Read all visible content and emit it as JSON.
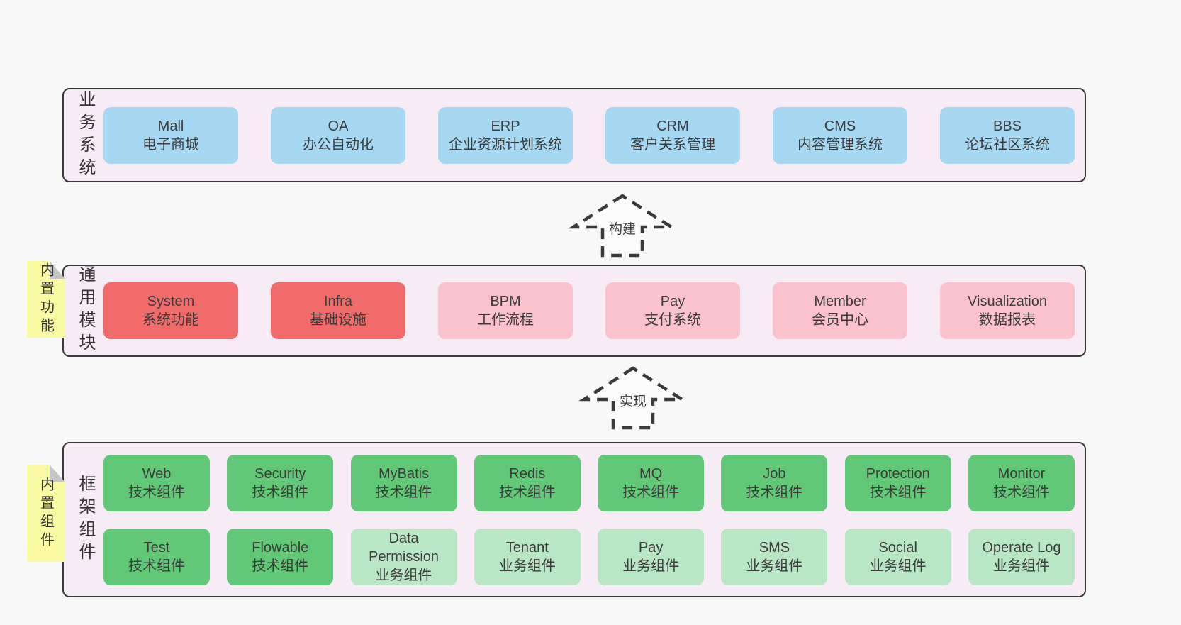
{
  "diagram": {
    "sections": [
      {
        "id": "business",
        "label": "业务系统",
        "rows": [
          [
            {
              "en": "Mall",
              "zh": "电子商城",
              "type": "blue"
            },
            {
              "en": "OA",
              "zh": "办公自动化",
              "type": "blue"
            },
            {
              "en": "ERP",
              "zh": "企业资源计划系统",
              "type": "blue"
            },
            {
              "en": "CRM",
              "zh": "客户关系管理",
              "type": "blue"
            },
            {
              "en": "CMS",
              "zh": "内容管理系统",
              "type": "blue"
            },
            {
              "en": "BBS",
              "zh": "论坛社区系统",
              "type": "blue"
            }
          ]
        ]
      },
      {
        "id": "modules",
        "label": "通用模块",
        "sticky": "内置功能",
        "rows": [
          [
            {
              "en": "System",
              "zh": "系统功能",
              "type": "red"
            },
            {
              "en": "Infra",
              "zh": "基础设施",
              "type": "red"
            },
            {
              "en": "BPM",
              "zh": "工作流程",
              "type": "pink"
            },
            {
              "en": "Pay",
              "zh": "支付系统",
              "type": "pink"
            },
            {
              "en": "Member",
              "zh": "会员中心",
              "type": "pink"
            },
            {
              "en": "Visualization",
              "zh": "数据报表",
              "type": "pink"
            }
          ]
        ]
      },
      {
        "id": "framework",
        "label": "框架组件",
        "sticky": "内置组件",
        "rows": [
          [
            {
              "en": "Web",
              "zh": "技术组件",
              "type": "green"
            },
            {
              "en": "Security",
              "zh": "技术组件",
              "type": "green"
            },
            {
              "en": "MyBatis",
              "zh": "技术组件",
              "type": "green"
            },
            {
              "en": "Redis",
              "zh": "技术组件",
              "type": "green"
            },
            {
              "en": "MQ",
              "zh": "技术组件",
              "type": "green"
            },
            {
              "en": "Job",
              "zh": "技术组件",
              "type": "green"
            },
            {
              "en": "Protection",
              "zh": "技术组件",
              "type": "green"
            },
            {
              "en": "Monitor",
              "zh": "技术组件",
              "type": "green"
            }
          ],
          [
            {
              "en": "Test",
              "zh": "技术组件",
              "type": "green"
            },
            {
              "en": "Flowable",
              "zh": "技术组件",
              "type": "green"
            },
            {
              "en": "Data Permission",
              "zh": "业务组件",
              "type": "lightgreen"
            },
            {
              "en": "Tenant",
              "zh": "业务组件",
              "type": "lightgreen"
            },
            {
              "en": "Pay",
              "zh": "业务组件",
              "type": "lightgreen"
            },
            {
              "en": "SMS",
              "zh": "业务组件",
              "type": "lightgreen"
            },
            {
              "en": "Social",
              "zh": "业务组件",
              "type": "lightgreen"
            },
            {
              "en": "Operate Log",
              "zh": "业务组件",
              "type": "lightgreen"
            }
          ]
        ]
      }
    ],
    "arrows": [
      {
        "id": "build",
        "label": "构建"
      },
      {
        "id": "implement",
        "label": "实现"
      }
    ],
    "colors": {
      "box_blue": "#a6d8f2",
      "box_red": "#f16b6b",
      "box_pink": "#f9c2cc",
      "box_green": "#61c878",
      "box_lightgreen": "#b9e6c4",
      "container_bg": "#f7ecf5",
      "sticky_bg": "#fafaa2",
      "border": "#3a3a3a",
      "page_bg": "#f8f8f8"
    }
  }
}
